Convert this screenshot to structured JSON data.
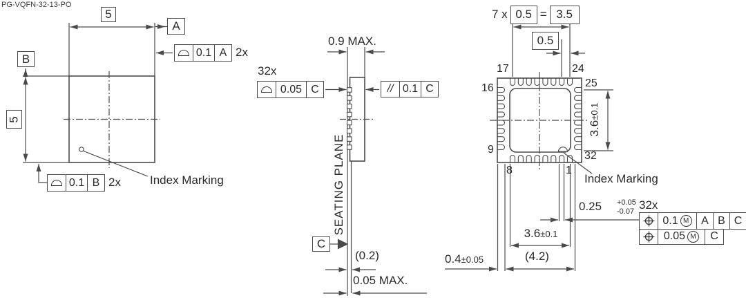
{
  "title": "PG-VQFN-32-13-PO",
  "top_view": {
    "width_dim": "5",
    "height_dim": "5",
    "datum_a": "A",
    "datum_b": "B",
    "fcf_top": {
      "icon": "profile-of-surface",
      "tol": "0.1",
      "datum": "A",
      "count": "2x"
    },
    "fcf_bottom": {
      "icon": "profile-of-surface",
      "tol": "0.1",
      "datum": "B",
      "count": "2x"
    },
    "index_marking_label": "Index Marking"
  },
  "side_view": {
    "thickness_dim": "0.9 MAX.",
    "lead_count": "32x",
    "fcf_profile": {
      "icon": "profile-of-surface",
      "tol": "0.05",
      "datum": "C"
    },
    "fcf_parallelism": {
      "symbol": "//",
      "tol": "0.1",
      "datum": "C"
    },
    "seating_plane_label": "SEATING PLANE",
    "datum_c": "C",
    "standoff_dim": "(0.2)",
    "burr_dim": "0.05 MAX."
  },
  "bottom_view": {
    "pitch_equation": {
      "prefix": "7 x",
      "pitch": "0.5",
      "equals": "=",
      "total": "3.5"
    },
    "pitch_dim": "0.5",
    "pins": {
      "top_left": "17",
      "top_right": "24",
      "left_top": "16",
      "right_top": "25",
      "left_bottom": "9",
      "right_bottom": "32",
      "bottom_left": "8",
      "bottom_right": "1"
    },
    "pad_height": {
      "value": "3.6",
      "tol": "±0.1"
    },
    "pad_width": {
      "value": "3.6",
      "tol": "±0.1"
    },
    "body_span_dim": "(4.2)",
    "lead_length": {
      "value": "0.4",
      "tol": "±0.05"
    },
    "lead_width": {
      "value": "0.25",
      "plus": "+0.05",
      "minus": "-0.07",
      "count": "32x"
    },
    "fcf_position_1": {
      "icon": "position",
      "tol": "0.1",
      "modifier": "M",
      "datum_1": "A",
      "datum_2": "B",
      "datum_3": "C"
    },
    "fcf_position_2": {
      "icon": "position",
      "tol": "0.05",
      "modifier": "M",
      "datum_1": "C"
    },
    "index_marking_label": "Index Marking"
  }
}
